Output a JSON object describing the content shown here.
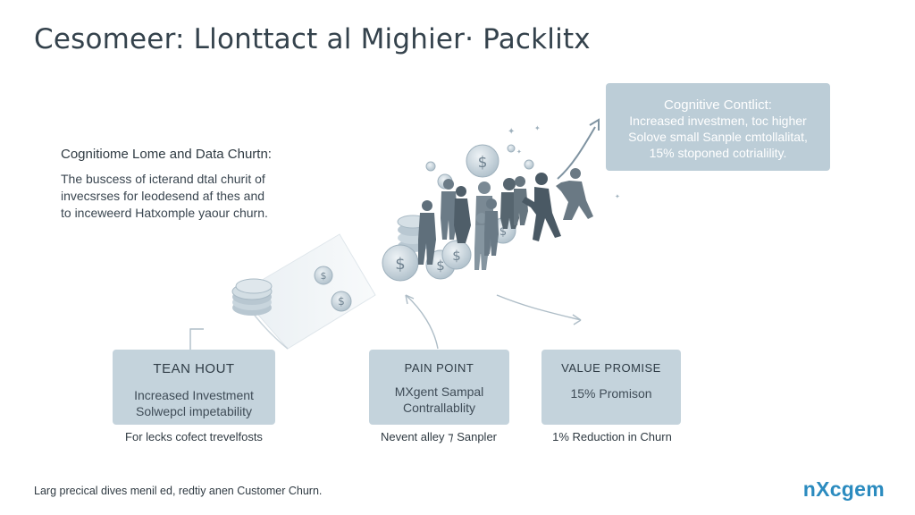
{
  "title": "Cesomeer: Llonttact al Mighier· Packlitx",
  "intro": {
    "heading": "Cognitiome Lome and Data Churtn:",
    "lines": [
      "The buscess of icterand dtal churit of",
      "invecsrses for leodesend af thes and",
      "to inceweerd Hatxomple yaour churn."
    ]
  },
  "callout": {
    "heading": "Cognitive Contlict:",
    "lines": [
      "Increased investmen, toc higher",
      "Solove small Sanple cmtollalitat,",
      "15% stoponed cotrialility."
    ]
  },
  "cards": [
    {
      "heading": "TEAN HOUT",
      "lines": [
        "Increased Investment",
        "Solwepcl impetability"
      ],
      "caption": "For lecks cofect trevelfosts"
    },
    {
      "heading": "PAIN POINT",
      "lines": [
        "MXgent Sampal",
        "Contrallablity"
      ],
      "caption": "Nevent alley ⁊ Sanpler"
    },
    {
      "heading": "VALUE PROMISE",
      "lines": [
        "15% Promison"
      ],
      "caption": "1% Reduction in Churn"
    }
  ],
  "footnote": "Larg precical dives menil ed, redtiy anen Customer Churn.",
  "brand": "nXcgem",
  "colors": {
    "brand": "#2b8bbf",
    "card_fill": "#c4d3dc",
    "callout_fill": "#bccdd7",
    "figure_dark": "#5b6a76",
    "coin": "#c9d6dd"
  },
  "icons": [
    "funnel",
    "coin-stack",
    "dollar-coin",
    "people-silhouettes",
    "growth-arrow",
    "sparkle"
  ]
}
